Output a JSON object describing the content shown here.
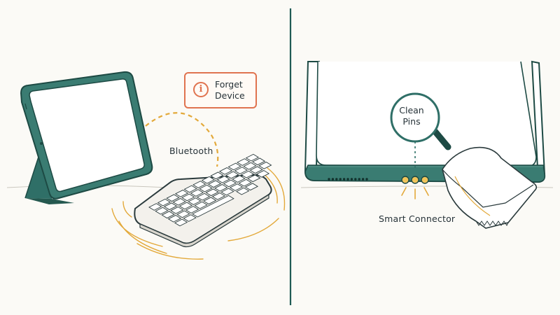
{
  "labels": {
    "bluetooth": "Bluetooth",
    "forget_line1": "Forget",
    "forget_line2": "Device",
    "forget_icon_glyph": "i",
    "clean_line1": "Clean",
    "clean_line2": "Pins",
    "smart_connector": "Smart Connector"
  },
  "colors": {
    "teal": "#2f6f67",
    "orange": "#e0734f",
    "amber": "#e3a93a",
    "ink": "#263238",
    "divider": "#1f5b55"
  },
  "icons": [
    "info-icon",
    "magnifier-icon"
  ]
}
